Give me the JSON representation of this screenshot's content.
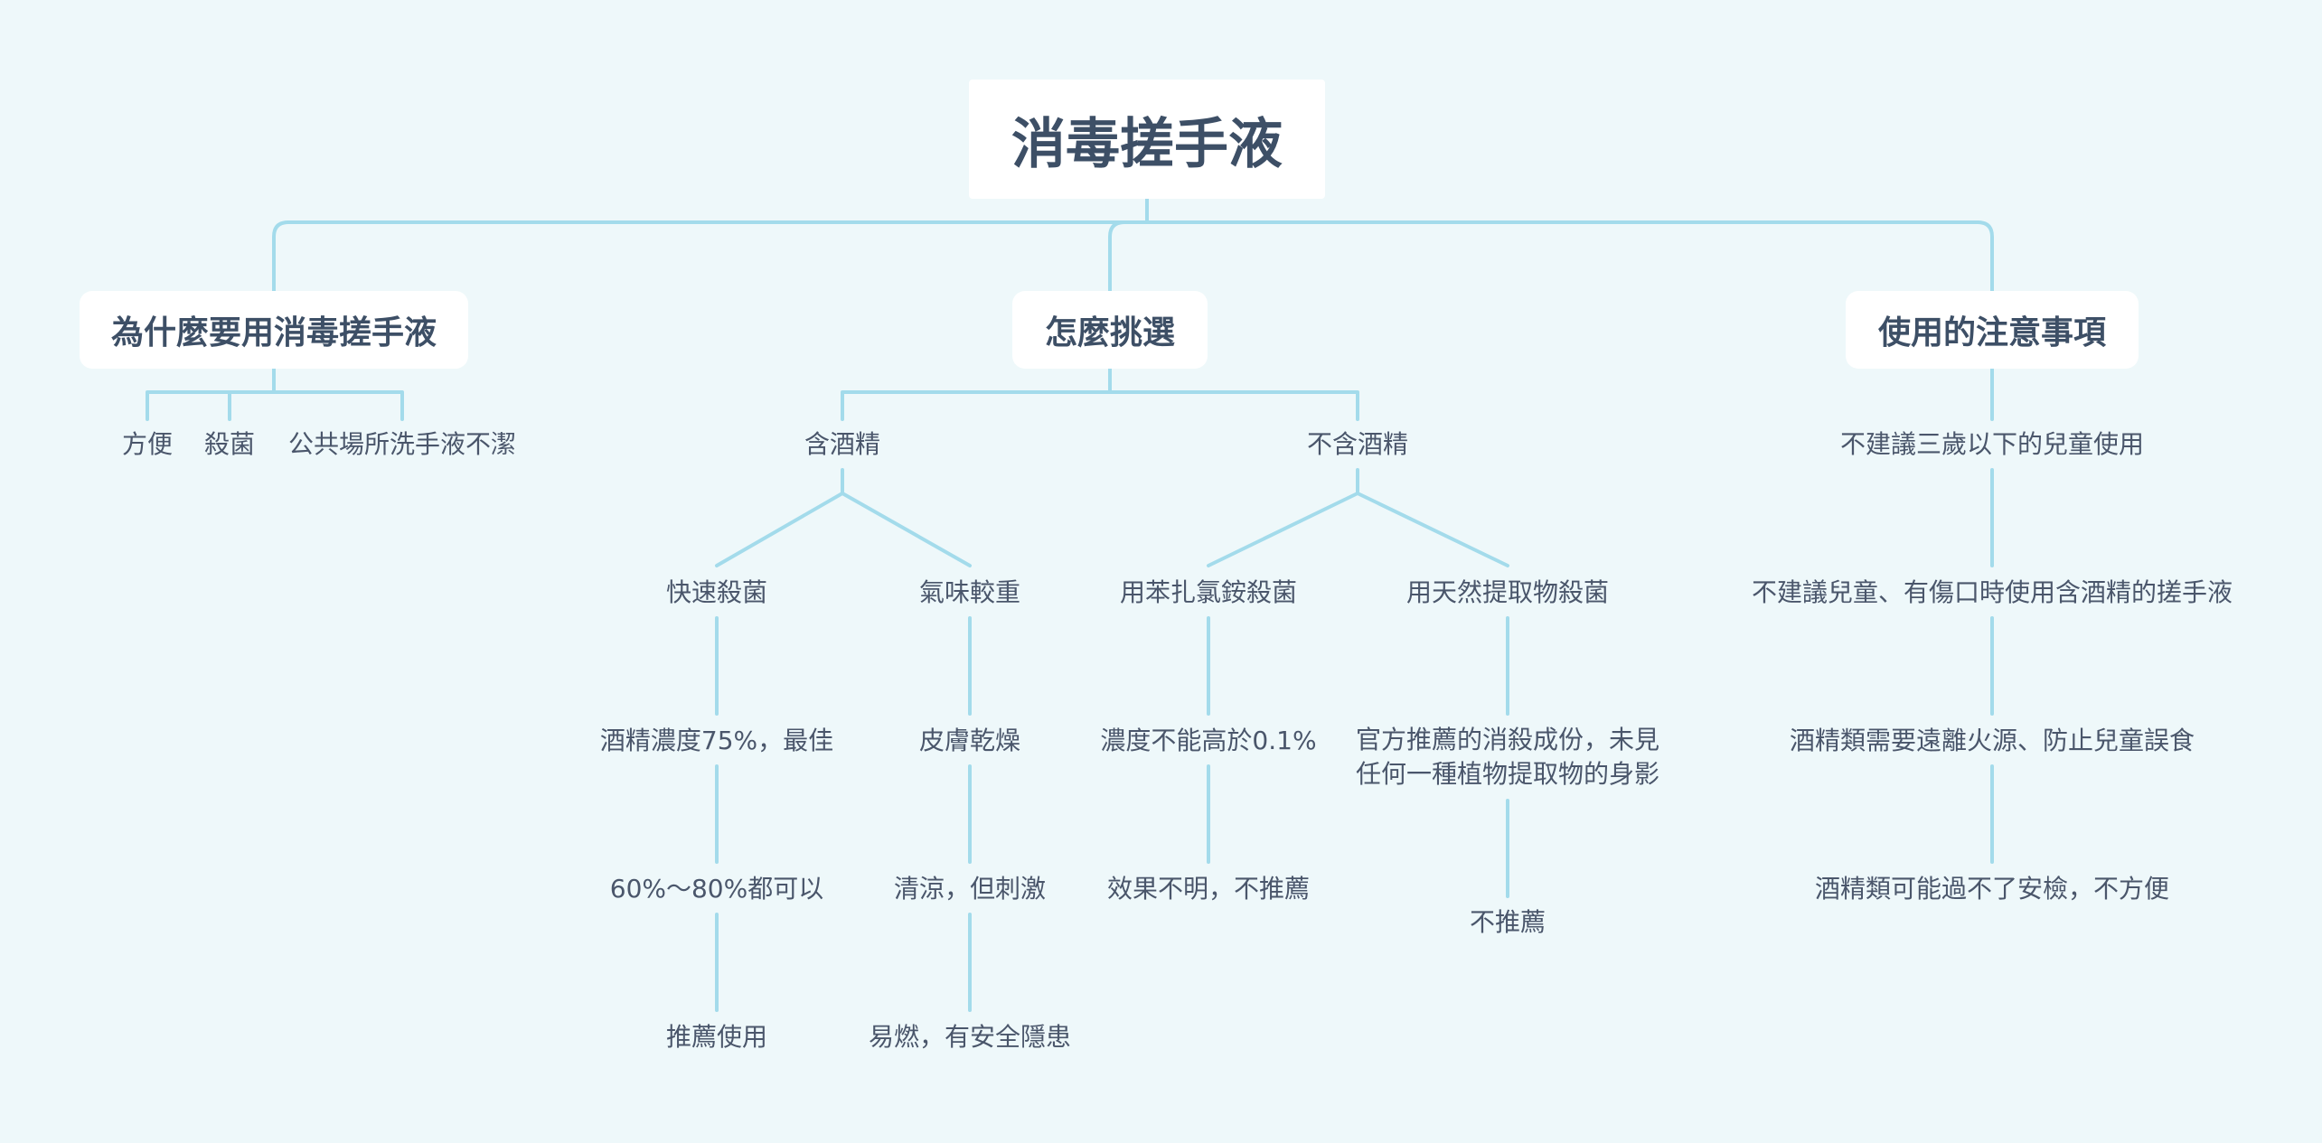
{
  "root": {
    "label": "消毒搓手液"
  },
  "branches": {
    "why": {
      "label": "為什麼要用消毒搓手液",
      "items": [
        "方便",
        "殺菌",
        "公共場所洗手液不潔"
      ]
    },
    "choose": {
      "label": "怎麼挑選",
      "alcohol": {
        "label": "含酒精",
        "fast": {
          "label": "快速殺菌",
          "steps": [
            "酒精濃度75%，最佳",
            "60%～80%都可以",
            "推薦使用"
          ]
        },
        "smell": {
          "label": "氣味較重",
          "steps": [
            "皮膚乾燥",
            "清涼，但刺激",
            "易燃，有安全隱患"
          ]
        }
      },
      "no_alcohol": {
        "label": "不含酒精",
        "benz": {
          "label": "用苯扎氯銨殺菌",
          "steps": [
            "濃度不能高於0.1%",
            "效果不明，不推薦"
          ]
        },
        "natural": {
          "label": "用天然提取物殺菌",
          "step1_line1": "官方推薦的消殺成份，未見",
          "step1_line2": "任何一種植物提取物的身影",
          "step2": "不推薦"
        }
      }
    },
    "notes": {
      "label": "使用的注意事項",
      "items": [
        "不建議三歲以下的兒童使用",
        "不建議兒童、有傷口時使用含酒精的搓手液",
        "酒精類需要遠離火源、防止兒童誤食",
        "酒精類可能過不了安檢，不方便"
      ]
    }
  }
}
